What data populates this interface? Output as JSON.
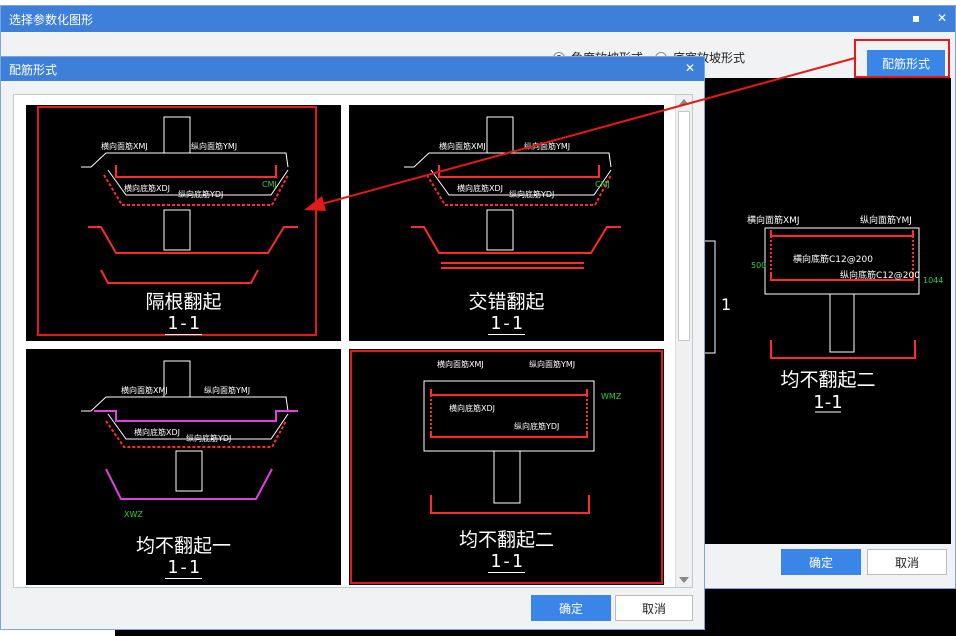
{
  "main_dialog": {
    "title": "选择参数化图形",
    "maximize_icon": "maximize-icon",
    "close_icon": "close-icon",
    "radio_options": [
      {
        "label": "角度放坡形式",
        "selected": true
      },
      {
        "label": "底宽放坡形式",
        "selected": false
      }
    ],
    "peijin_button": "配筋形式",
    "preview": {
      "title": "均不翻起二",
      "section": "1-1",
      "left_label": "1",
      "labels": [
        "横向面筋XMJ",
        "纵向面筋YMJ",
        "横向底筋C12@200",
        "纵向底筋C12@200",
        "500",
        "1044"
      ]
    },
    "ok_label": "确定",
    "cancel_label": "取消"
  },
  "front_dialog": {
    "title": "配筋形式",
    "close_icon": "close-icon",
    "cells": [
      {
        "name": "隔根翻起",
        "section": "1-1",
        "selected": true
      },
      {
        "name": "交错翻起",
        "section": "1-1",
        "selected": false
      },
      {
        "name": "均不翻起一",
        "section": "1-1",
        "selected": false
      },
      {
        "name": "均不翻起二",
        "section": "1-1",
        "selected": true
      }
    ],
    "drawing_labels": {
      "xmj": "横向面筋XMJ",
      "ymj": "纵向面筋YMJ",
      "xdj": "横向底筋XDJ",
      "ydj": "纵向底筋YDJ",
      "cmj": "CMJ",
      "wmz": "WMZ",
      "xwz": "XWZ"
    },
    "ok_label": "确定",
    "cancel_label": "取消"
  },
  "colors": {
    "title_bar": "#3d7fd9",
    "button": "#3a86e8",
    "highlight": "#e31a1a",
    "rebar": "#ff2a2a",
    "label_green": "#29d13b",
    "magenta": "#e040e0"
  }
}
